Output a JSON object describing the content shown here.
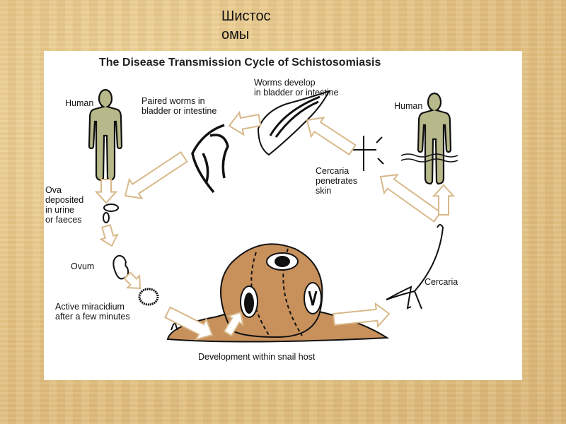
{
  "slide": {
    "title": "Шистосомы"
  },
  "diagram": {
    "title": "The Disease Transmission Cycle of Schistosomiasis",
    "labels": {
      "human_left": "Human",
      "paired_worms": [
        "Paired worms in",
        "bladder or intestine"
      ],
      "worms_develop": [
        "Worms develop",
        "in bladder or intestine"
      ],
      "human_right": "Human",
      "cercaria_penetrates": [
        "Cercaria",
        "penetrates",
        "skin"
      ],
      "ova_deposited": [
        "Ova",
        "deposited",
        "in urine",
        "or faeces"
      ],
      "ovum": "Ovum",
      "miracidium": [
        "Active miracidium",
        "after a few minutes"
      ],
      "cercaria": "Cercaria",
      "snail": "Development within snail host"
    },
    "colors": {
      "human": "#b8b98a",
      "snail": "#c8915c",
      "arrow_stroke": "#d8b88a",
      "background": "#e5c587"
    }
  }
}
